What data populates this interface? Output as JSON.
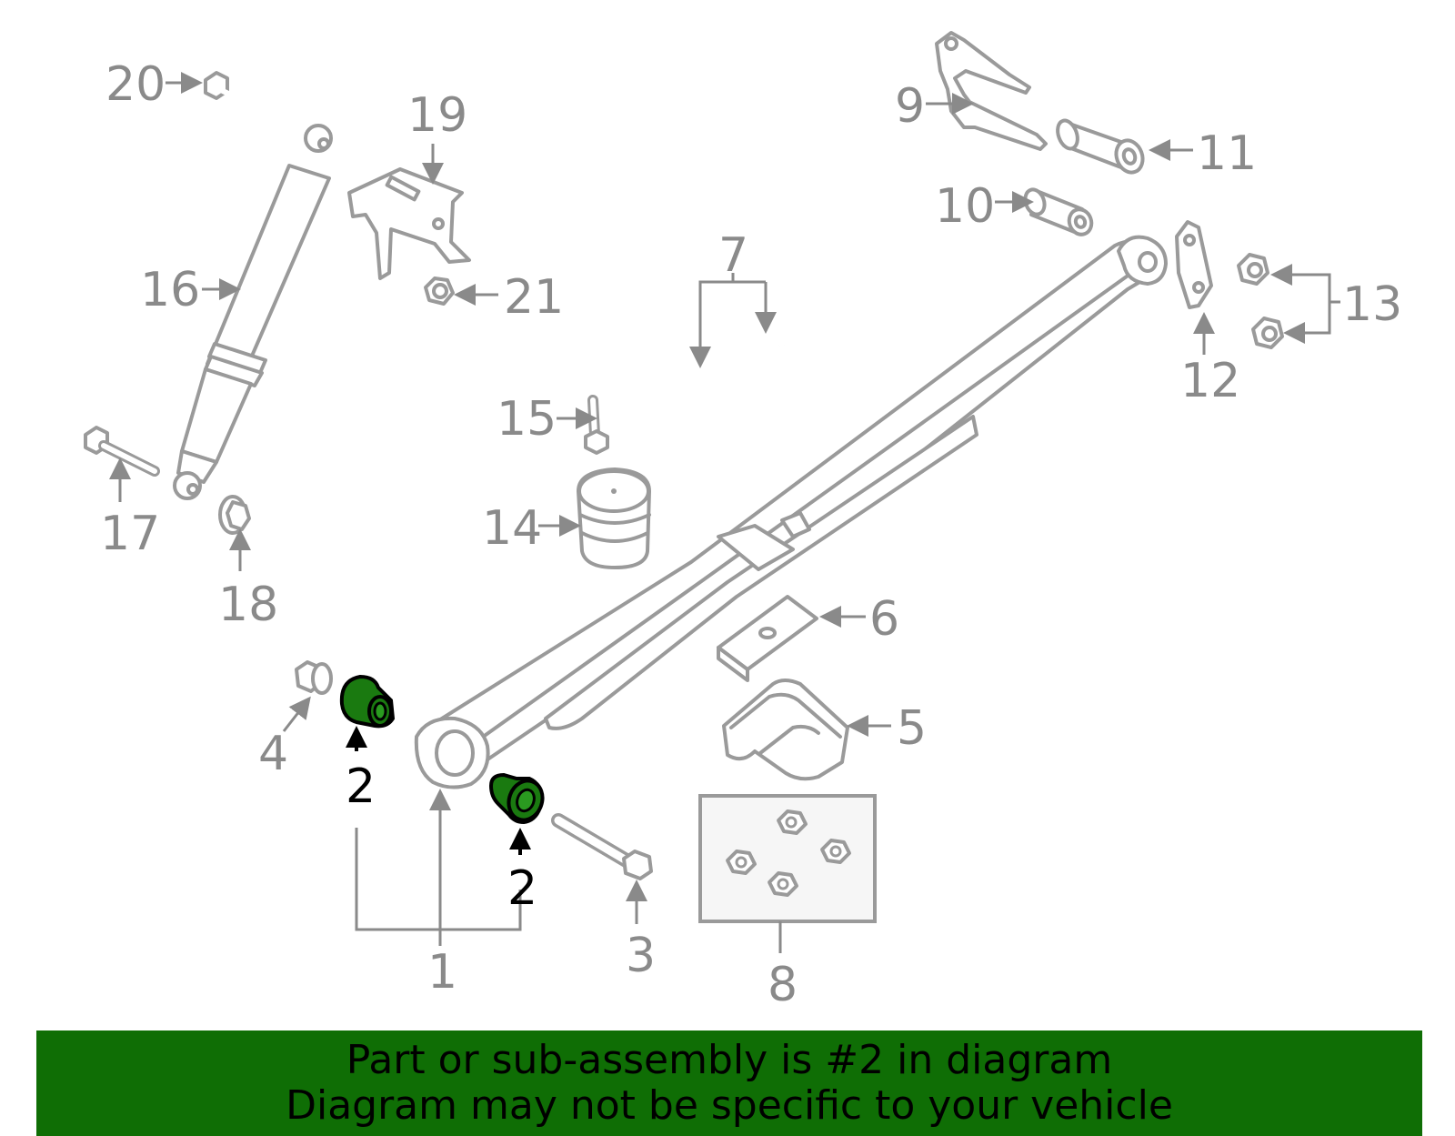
{
  "callouts": {
    "c1": "1",
    "c2a": "2",
    "c2b": "2",
    "c3": "3",
    "c4": "4",
    "c5": "5",
    "c6": "6",
    "c7": "7",
    "c8": "8",
    "c9": "9",
    "c10": "10",
    "c11": "11",
    "c12": "12",
    "c13": "13",
    "c14": "14",
    "c15": "15",
    "c16": "16",
    "c17": "17",
    "c18": "18",
    "c19": "19",
    "c20": "20",
    "c21": "21"
  },
  "highlighted_part": "2",
  "colors": {
    "highlight": "#1a7a10",
    "banner": "#0f6e05",
    "line": "#9a9a9a"
  },
  "banner": {
    "line1": "Part or sub-assembly is #2 in diagram",
    "line2": "Diagram may not be specific to your vehicle"
  }
}
